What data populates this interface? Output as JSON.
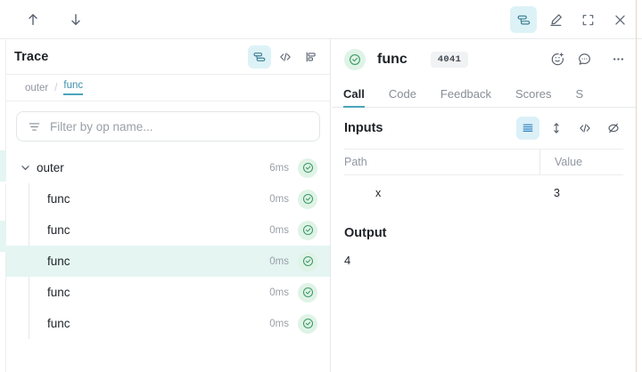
{
  "topbar": {
    "nav_up_icon": "arrow-up-icon",
    "nav_down_icon": "arrow-down-icon",
    "actions": [
      {
        "name": "layers-icon",
        "label": "Trace tree view",
        "active": true
      },
      {
        "name": "pencil-icon",
        "label": "Annotate",
        "active": false
      },
      {
        "name": "fullscreen-icon",
        "label": "Full screen",
        "active": false
      },
      {
        "name": "close-icon",
        "label": "Close",
        "active": false
      }
    ]
  },
  "left_panel": {
    "header": {
      "title": "Trace",
      "icons": [
        {
          "name": "layers-icon",
          "active": true
        },
        {
          "name": "code-icon",
          "active": false
        },
        {
          "name": "gantt-icon",
          "active": false
        }
      ]
    },
    "breadcrumb": {
      "parent": "outer",
      "separator": "/",
      "current": "func"
    },
    "filter": {
      "icon": "filter-icon",
      "placeholder": "Filter by op name...",
      "value": ""
    },
    "tree": [
      {
        "label": "outer",
        "duration": "6ms",
        "depth": 0,
        "expanded": true,
        "selected": false,
        "status": "ok"
      },
      {
        "label": "func",
        "duration": "0ms",
        "depth": 1,
        "expanded": false,
        "selected": false,
        "status": "ok"
      },
      {
        "label": "func",
        "duration": "0ms",
        "depth": 1,
        "expanded": false,
        "selected": false,
        "status": "ok"
      },
      {
        "label": "func",
        "duration": "0ms",
        "depth": 1,
        "expanded": false,
        "selected": true,
        "status": "ok"
      },
      {
        "label": "func",
        "duration": "0ms",
        "depth": 1,
        "expanded": false,
        "selected": false,
        "status": "ok"
      },
      {
        "label": "func",
        "duration": "0ms",
        "depth": 1,
        "expanded": false,
        "selected": false,
        "status": "ok"
      }
    ]
  },
  "right_panel": {
    "call": {
      "status_icon": "check-circle-icon",
      "name": "func",
      "badge": "4041",
      "actions": [
        {
          "name": "add-reaction-icon"
        },
        {
          "name": "comment-icon"
        },
        {
          "name": "more-options-icon"
        }
      ]
    },
    "tabs": [
      {
        "label": "Call",
        "active": true
      },
      {
        "label": "Code",
        "active": false
      },
      {
        "label": "Feedback",
        "active": false
      },
      {
        "label": "Scores",
        "active": false
      },
      {
        "label": "S",
        "active": false
      }
    ],
    "inputs": {
      "title": "Inputs",
      "view_icons": [
        {
          "name": "list-view-icon",
          "active": true
        },
        {
          "name": "expand-collapse-icon",
          "active": false
        },
        {
          "name": "code-icon",
          "active": false
        },
        {
          "name": "hide-icon",
          "active": false
        }
      ],
      "columns": [
        "Path",
        "Value"
      ],
      "rows": [
        {
          "path": "x",
          "value": "3"
        }
      ]
    },
    "output": {
      "title": "Output",
      "value": "4"
    }
  },
  "colors": {
    "accent_teal": "#4aa4bd",
    "accent_blue": "#2f7fbf",
    "selected_row": "#e4f5f2",
    "status_ok_bg": "#dff3e6",
    "status_ok_fg": "#3f9b6a",
    "text_primary": "#20242a",
    "text_muted": "#9aa0a8"
  }
}
